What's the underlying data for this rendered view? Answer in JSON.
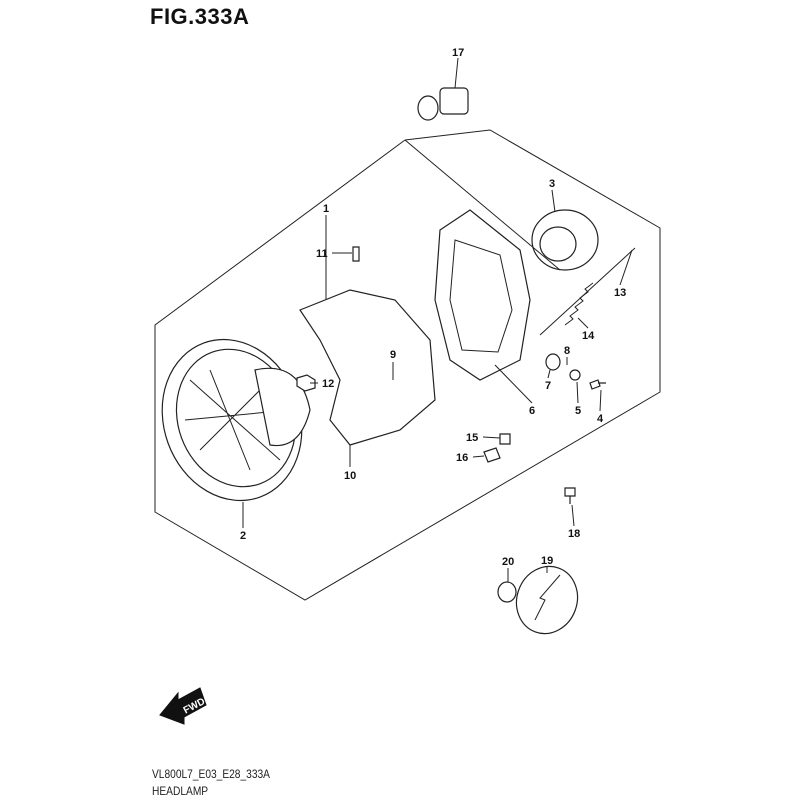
{
  "figure_title": "FIG.333A",
  "diagram_code": "VL800L7_E03_E28_333A",
  "diagram_name": "HEADLAMP",
  "fwd_label": "FWD",
  "callouts": [
    {
      "num": "17"
    },
    {
      "num": "3"
    },
    {
      "num": "1"
    },
    {
      "num": "11"
    },
    {
      "num": "13"
    },
    {
      "num": "14"
    },
    {
      "num": "8"
    },
    {
      "num": "9"
    },
    {
      "num": "12"
    },
    {
      "num": "7"
    },
    {
      "num": "5"
    },
    {
      "num": "4"
    },
    {
      "num": "6"
    },
    {
      "num": "15"
    },
    {
      "num": "16"
    },
    {
      "num": "10"
    },
    {
      "num": "2"
    },
    {
      "num": "18"
    },
    {
      "num": "20"
    },
    {
      "num": "19"
    }
  ]
}
